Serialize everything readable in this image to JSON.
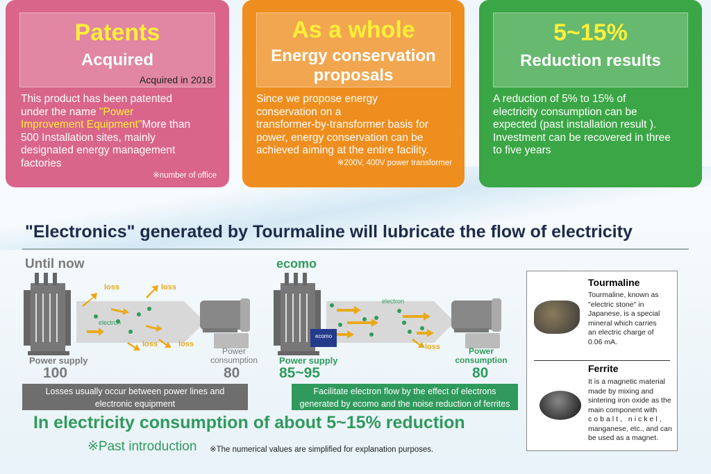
{
  "cards": [
    {
      "title": "Patents",
      "subtitle": [
        "Acquired"
      ],
      "note_top": "Acquired in 2018",
      "body": [
        "This product has been patented",
        "under the name ",
        "\"Power",
        "Improvement Equipment\"",
        "More than",
        "500 Installation sites, mainly",
        "designated energy management",
        "factories"
      ],
      "note": "※number of office"
    },
    {
      "title": "As a whole",
      "subtitle": [
        "Energy conservation",
        "proposals"
      ],
      "body": [
        "Since we propose energy",
        "conservation on a",
        "transformer-by-transformer basis for",
        "power, energy conservation can be",
        "achieved aiming at the entire facility."
      ],
      "note": "※200V, 400V power transformer"
    },
    {
      "title": "5~15%",
      "subtitle": [
        "Reduction results"
      ],
      "body": [
        "A reduction of 5% to 15% of",
        "electricity consumption can be",
        "expected (past installation result ).",
        "Investment can be recovered in three",
        "to five years"
      ]
    }
  ],
  "headline": "\"Electronics\" generated by Tourmaline will lubricate the flow of electricity",
  "before": {
    "title": "Until now",
    "loss": "loss",
    "electron": "electron",
    "supply_label": "Power supply",
    "supply_value": "100",
    "consumption_label": [
      "Power",
      "consumption"
    ],
    "consumption_value": "80",
    "caption": [
      "Losses usually occur between power lines and",
      "electronic equipment"
    ]
  },
  "after": {
    "title": "ecomo",
    "badge": "ecomo",
    "loss": "loss",
    "electron": "electron",
    "supply_label": "Power supply",
    "supply_value": "85~95",
    "consumption_label": [
      "Power",
      "consumption"
    ],
    "consumption_value": "80",
    "caption": [
      "Facilitate electron flow by the effect of electrons",
      "generated by ecomo and the noise reduction of ferrites"
    ]
  },
  "side": {
    "tourmaline": {
      "title": "Tourmaline",
      "text": [
        "Tourmaline, known as",
        "\"electric stone\" in",
        "Japanese, is a special",
        "mineral which carries",
        "an electric charge of",
        "0.06 mA."
      ]
    },
    "ferrite": {
      "title": "Ferrite",
      "text": [
        "It is a magnetic material",
        "made by mixing and",
        "sintering iron oxide as the",
        "main component with",
        "cobalt, nickel,",
        "manganese, etc., and can",
        "be used as a magnet."
      ]
    }
  },
  "result": "In electricity consumption of about 5~15% reduction",
  "past": "※Past introduction",
  "disclaimer": "※The numerical values are simplified for explanation purposes."
}
